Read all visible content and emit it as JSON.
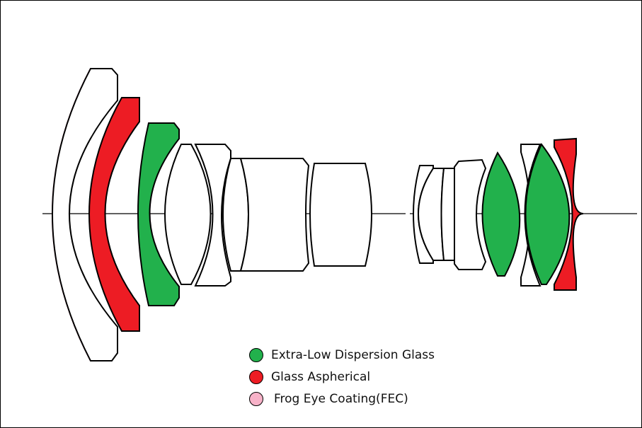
{
  "legend": {
    "items": [
      {
        "label": "Extra-Low Dispersion Glass",
        "color": "#22b14c"
      },
      {
        "label": "Glass Aspherical",
        "color": "#ed1c24"
      },
      {
        "label": "Frog Eye Coating(FEC)",
        "color": "#f7b2c8"
      }
    ]
  },
  "colors": {
    "ed_glass": "#22b14c",
    "aspherical": "#ed1c24",
    "fec_coating": "#f0a8c0",
    "outline": "#000000"
  }
}
